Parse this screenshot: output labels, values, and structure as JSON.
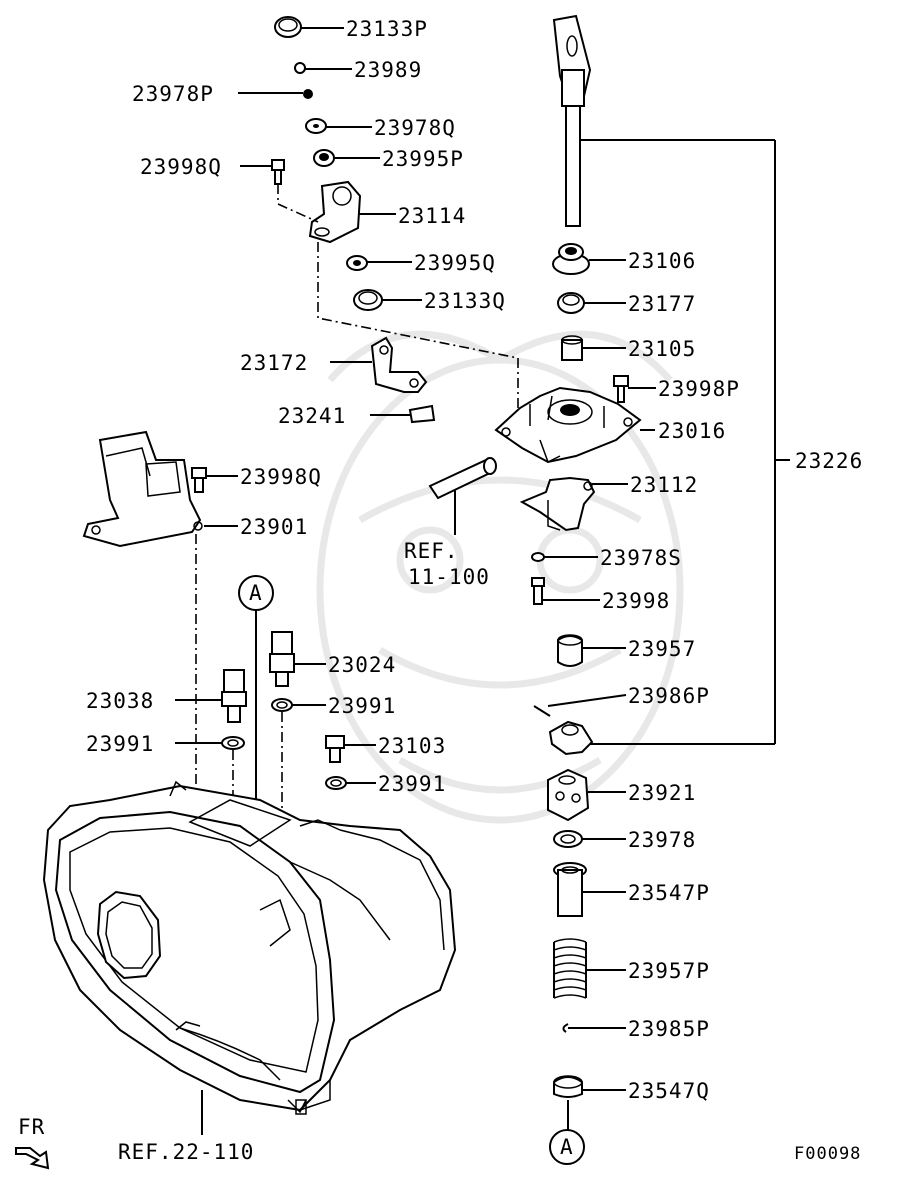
{
  "labels": {
    "p23133P": "23133P",
    "p23989": "23989",
    "p23978P": "23978P",
    "p23978Q": "23978Q",
    "p23995P": "23995P",
    "p23998Q_top": "23998Q",
    "p23114": "23114",
    "p23995Q": "23995Q",
    "p23133Q": "23133Q",
    "p23172": "23172",
    "p23241": "23241",
    "p23998Q_mid": "23998Q",
    "p23901": "23901",
    "p23106": "23106",
    "p23177": "23177",
    "p23105": "23105",
    "p23998P": "23998P",
    "p23016": "23016",
    "p23226": "23226",
    "p23112": "23112",
    "ref_11_100_a": "REF.",
    "ref_11_100_b": "11-100",
    "p23978S": "23978S",
    "p23998": "23998",
    "p23957": "23957",
    "p23024": "23024",
    "p23038": "23038",
    "p23991_a": "23991",
    "p23986P": "23986P",
    "p23991_b": "23991",
    "p23103": "23103",
    "p23991_c": "23991",
    "p23921": "23921",
    "p23978": "23978",
    "p23547P": "23547P",
    "p23957P": "23957P",
    "p23985P": "23985P",
    "p23547Q": "23547Q",
    "ref_22_110": "REF.22-110",
    "fr": "FR",
    "figure_code": "F00098",
    "marker_a_top": "A",
    "marker_a_bottom": "A"
  }
}
